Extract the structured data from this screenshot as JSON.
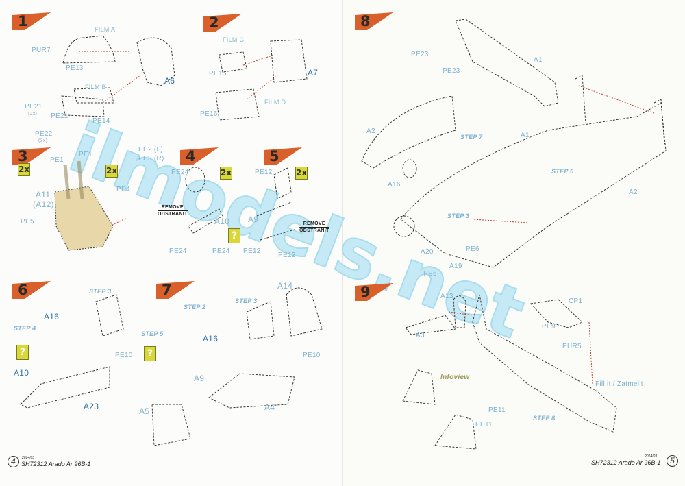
{
  "colors": {
    "badge": "#d9602a",
    "label": "#7fb2cf",
    "part": "#2f73a6",
    "arrow": "#c0392b",
    "watermark": "#bfe6f2"
  },
  "watermark": "ilmodels.net",
  "steps": {
    "s1": {
      "num": "1",
      "labels": [
        "FILM A",
        "PUR7",
        "PE13",
        "A6",
        "FILM B",
        "PE21",
        "(2x)",
        "PE21",
        "PE14",
        "PE22",
        "(3x)"
      ]
    },
    "s2": {
      "num": "2",
      "labels": [
        "FILM C",
        "PE15",
        "A7",
        "FILM D",
        "PE16"
      ]
    },
    "s3": {
      "num": "3",
      "labels": [
        "2x",
        "PE1",
        "PE1",
        "PE2 (L)",
        "PE3 (R)",
        "2x",
        "PE4",
        "A11",
        "(A12)",
        "PE5"
      ]
    },
    "s4": {
      "num": "4",
      "labels": [
        "PE24",
        "2x",
        "A10",
        "PE24",
        "PE24"
      ],
      "remove": "REMOVE",
      "remove_cz": "ODSTRANIT"
    },
    "s5": {
      "num": "5",
      "labels": [
        "PE12",
        "2x",
        "A9",
        "PE12",
        "PE12"
      ],
      "remove": "REMOVE",
      "remove_cz": "ODSTRANIT"
    },
    "s6": {
      "num": "6",
      "labels": [
        "A16",
        "STEP 4",
        "A10",
        "STEP 3",
        "PE10",
        "A23"
      ]
    },
    "s7": {
      "num": "7",
      "labels": [
        "A14",
        "STEP 3",
        "STEP 2",
        "STEP 5",
        "A16",
        "PE10",
        "A9",
        "A5",
        "A4"
      ]
    },
    "s8": {
      "num": "8",
      "labels": [
        "PE23",
        "PE23",
        "A1",
        "A2",
        "STEP 7",
        "A1",
        "A16",
        "STEP 6",
        "A2",
        "STEP 3",
        "A20",
        "PE6",
        "A19",
        "PE6"
      ]
    },
    "s9": {
      "num": "9",
      "labels": [
        "A13",
        "CP1",
        "A3",
        "PE9",
        "PUR5",
        "Infoview",
        "Fill it / Zatmelit",
        "PE11",
        "STEP 8",
        "PE11"
      ]
    }
  },
  "footer": {
    "left_page": "4",
    "left_code": "2014/03",
    "left_title": "SH72312  Arado Ar 96B-1",
    "right_page": "5",
    "right_code": "2014/03",
    "right_title": "SH72312  Arado Ar 96B-1"
  }
}
